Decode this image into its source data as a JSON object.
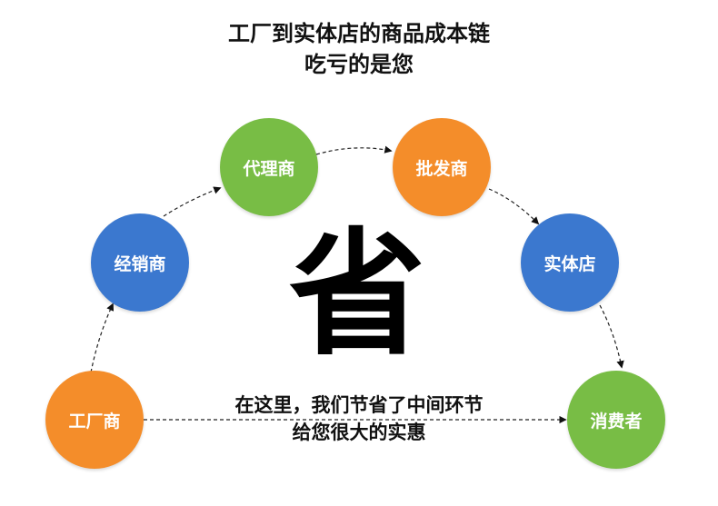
{
  "title": {
    "line1": "工厂到实体店的商品成本链",
    "line2": "吃亏的是您"
  },
  "center": {
    "char": "省"
  },
  "note": {
    "line1": "在这里，我们节省了中间环节",
    "line2": "给您很大的实惠"
  },
  "nodes": [
    {
      "label": "工厂商",
      "color": "#f48d2a"
    },
    {
      "label": "经销商",
      "color": "#3b78cf"
    },
    {
      "label": "代理商",
      "color": "#78bd45"
    },
    {
      "label": "批发商",
      "color": "#f48d2a"
    },
    {
      "label": "实体店",
      "color": "#3b78cf"
    },
    {
      "label": "消费者",
      "color": "#78bd45"
    }
  ]
}
